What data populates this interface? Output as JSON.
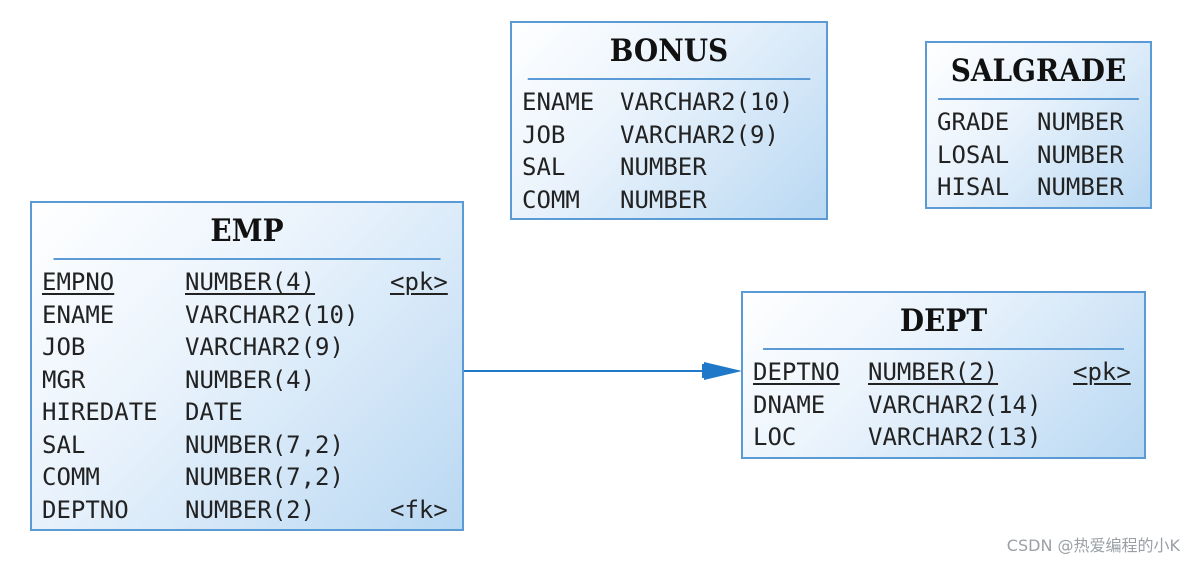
{
  "tables": {
    "bonus": {
      "title": "BONUS",
      "columns": [
        {
          "name": "ENAME",
          "type": "VARCHAR2(10)",
          "key": ""
        },
        {
          "name": "JOB",
          "type": "VARCHAR2(9)",
          "key": ""
        },
        {
          "name": "SAL",
          "type": "NUMBER",
          "key": ""
        },
        {
          "name": "COMM",
          "type": "NUMBER",
          "key": ""
        }
      ]
    },
    "salgrade": {
      "title": "SALGRADE",
      "columns": [
        {
          "name": "GRADE",
          "type": "NUMBER",
          "key": ""
        },
        {
          "name": "LOSAL",
          "type": "NUMBER",
          "key": ""
        },
        {
          "name": "HISAL",
          "type": "NUMBER",
          "key": ""
        }
      ]
    },
    "emp": {
      "title": "EMP",
      "columns": [
        {
          "name": "EMPNO",
          "type": "NUMBER(4)",
          "key": "<pk>"
        },
        {
          "name": "ENAME",
          "type": "VARCHAR2(10)",
          "key": ""
        },
        {
          "name": "JOB",
          "type": "VARCHAR2(9)",
          "key": ""
        },
        {
          "name": "MGR",
          "type": "NUMBER(4)",
          "key": ""
        },
        {
          "name": "HIREDATE",
          "type": "DATE",
          "key": ""
        },
        {
          "name": "SAL",
          "type": "NUMBER(7,2)",
          "key": ""
        },
        {
          "name": "COMM",
          "type": "NUMBER(7,2)",
          "key": ""
        },
        {
          "name": "DEPTNO",
          "type": "NUMBER(2)",
          "key": "<fk>"
        }
      ]
    },
    "dept": {
      "title": "DEPT",
      "columns": [
        {
          "name": "DEPTNO",
          "type": "NUMBER(2)",
          "key": "<pk>"
        },
        {
          "name": "DNAME",
          "type": "VARCHAR2(14)",
          "key": ""
        },
        {
          "name": "LOC",
          "type": "VARCHAR2(13)",
          "key": ""
        }
      ]
    }
  },
  "relationship": {
    "from": "EMP",
    "to": "DEPT"
  },
  "watermark": "CSDN @热爱编程的小K",
  "colors": {
    "border": "#5b9bd5",
    "connector": "#1f78c8",
    "fill_end": "#b9d8f2"
  }
}
